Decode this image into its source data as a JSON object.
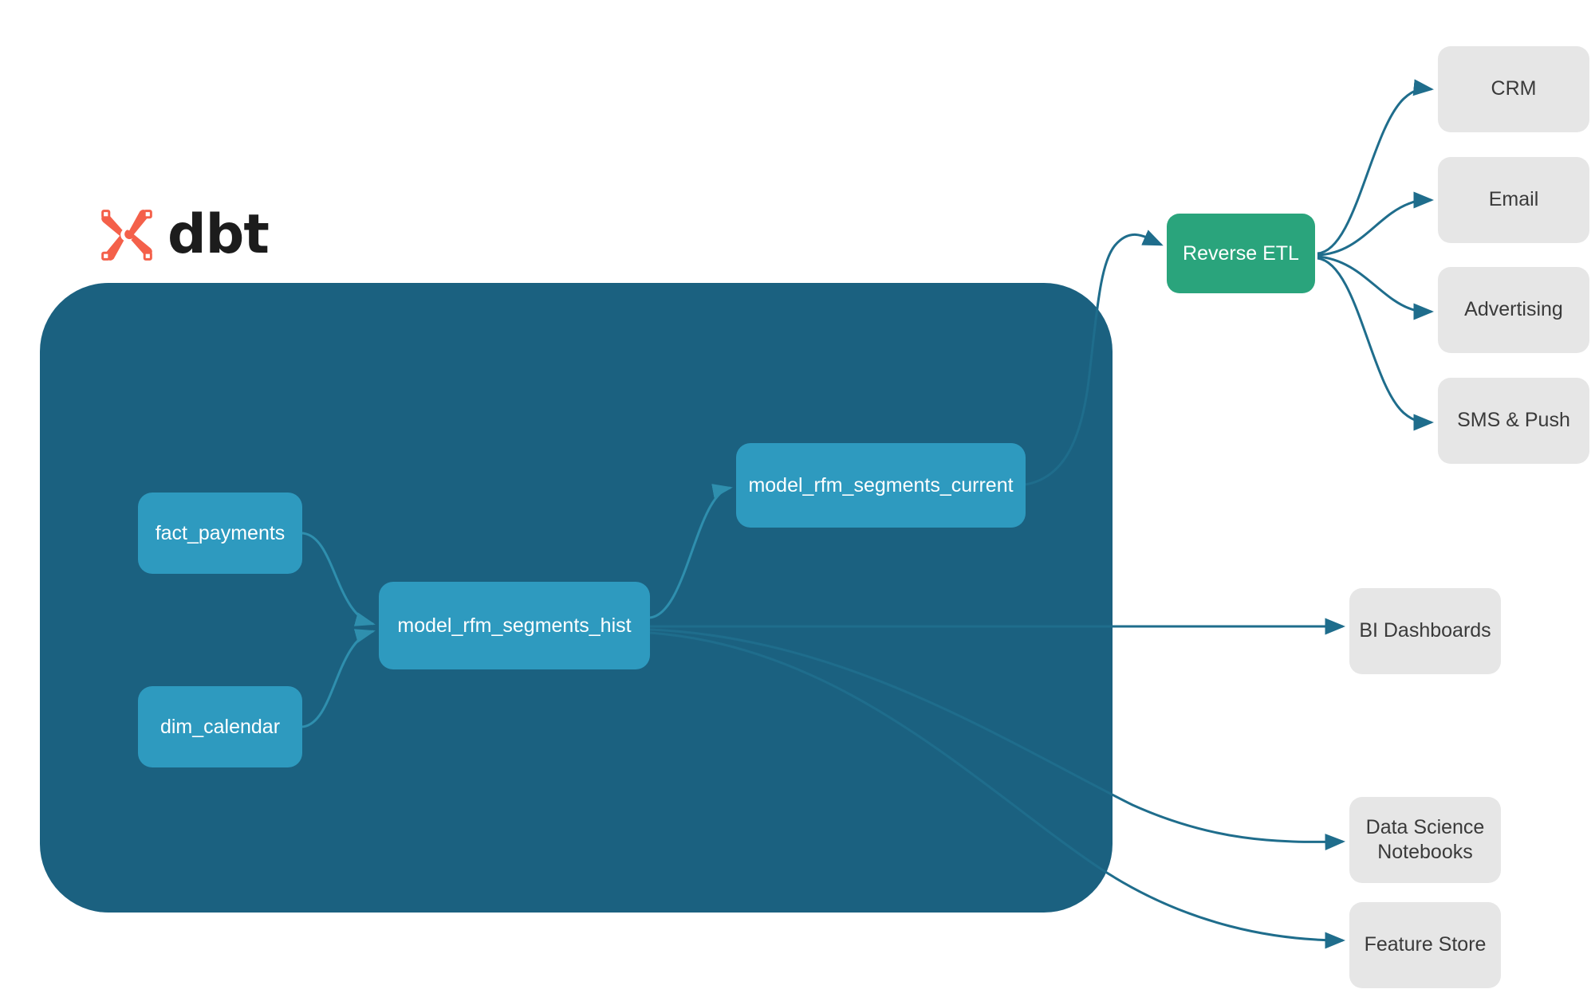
{
  "brand": {
    "logo_icon": "dbt-logo-icon",
    "logo_text": "dbt",
    "logo_color": "#f4604a"
  },
  "colors": {
    "warehouse_background": "#1b6180",
    "model_node": "#2e9abf",
    "reverse_etl_node": "#2aa47c",
    "destination_node": "#e6e6e6",
    "edge_outer": "#1f6d8c",
    "edge_inner": "#2f8fae",
    "page_background": "#ffffff"
  },
  "warehouse": {
    "name": "dbt-warehouse-container",
    "models": [
      {
        "id": "fact_payments",
        "label": "fact_payments"
      },
      {
        "id": "dim_calendar",
        "label": "dim_calendar"
      },
      {
        "id": "model_rfm_segments_hist",
        "label": "model_rfm_segments_hist"
      },
      {
        "id": "model_rfm_segments_current",
        "label": "model_rfm_segments_current"
      }
    ]
  },
  "activation": {
    "reverse_etl": {
      "label": "Reverse ETL"
    },
    "channels": [
      {
        "id": "crm",
        "label": "CRM"
      },
      {
        "id": "email",
        "label": "Email"
      },
      {
        "id": "advertising",
        "label": "Advertising"
      },
      {
        "id": "sms_push",
        "label": "SMS & Push"
      }
    ]
  },
  "consumers": [
    {
      "id": "bi_dashboards",
      "label": "BI Dashboards"
    },
    {
      "id": "data_science_notebooks",
      "label": "Data Science\nNotebooks",
      "line1": "Data Science",
      "line2": "Notebooks"
    },
    {
      "id": "feature_store",
      "label": "Feature Store"
    }
  ],
  "edges": [
    {
      "from": "fact_payments",
      "to": "model_rfm_segments_hist"
    },
    {
      "from": "dim_calendar",
      "to": "model_rfm_segments_hist"
    },
    {
      "from": "model_rfm_segments_hist",
      "to": "model_rfm_segments_current"
    },
    {
      "from": "model_rfm_segments_current",
      "to": "Reverse ETL"
    },
    {
      "from": "model_rfm_segments_hist",
      "to": "BI Dashboards"
    },
    {
      "from": "model_rfm_segments_hist",
      "to": "Data Science Notebooks"
    },
    {
      "from": "model_rfm_segments_hist",
      "to": "Feature Store"
    },
    {
      "from": "Reverse ETL",
      "to": "CRM"
    },
    {
      "from": "Reverse ETL",
      "to": "Email"
    },
    {
      "from": "Reverse ETL",
      "to": "Advertising"
    },
    {
      "from": "Reverse ETL",
      "to": "SMS & Push"
    }
  ]
}
